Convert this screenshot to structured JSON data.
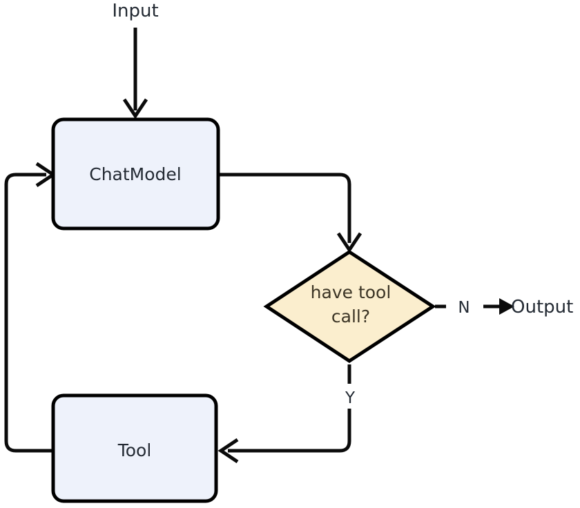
{
  "diagram": {
    "type": "flowchart",
    "title": "Agent loop flowchart",
    "background_color": "#ffffff",
    "stroke_color": "#000000",
    "nodes": {
      "input": {
        "label": "Input",
        "shape": "text",
        "role": "entry-terminal"
      },
      "chat_model": {
        "label": "ChatModel",
        "shape": "rounded-rectangle",
        "fill_color": "#eef2fb",
        "text_color": "#232a33"
      },
      "decision": {
        "label_line1": "have tool",
        "label_line2": "call?",
        "label": "have tool call?",
        "shape": "diamond",
        "fill_color": "#fbeece",
        "text_color": "#3b3425"
      },
      "tool": {
        "label": "Tool",
        "shape": "rounded-rectangle",
        "fill_color": "#eef2fb",
        "text_color": "#232a33"
      },
      "output": {
        "label": "Output",
        "shape": "text",
        "role": "exit-terminal"
      }
    },
    "edges": [
      {
        "id": "input-to-chatmodel",
        "from": "input",
        "to": "chat_model",
        "label": "",
        "arrow": true
      },
      {
        "id": "chatmodel-to-decision",
        "from": "chat_model",
        "to": "decision",
        "label": "",
        "arrow": true
      },
      {
        "id": "decision-no-to-output",
        "from": "decision",
        "to": "output",
        "label": "N",
        "arrow": true
      },
      {
        "id": "decision-yes-to-tool",
        "from": "decision",
        "to": "tool",
        "label": "Y",
        "arrow": true
      },
      {
        "id": "tool-to-chatmodel",
        "from": "tool",
        "to": "chat_model",
        "label": "",
        "arrow": true
      }
    ]
  }
}
